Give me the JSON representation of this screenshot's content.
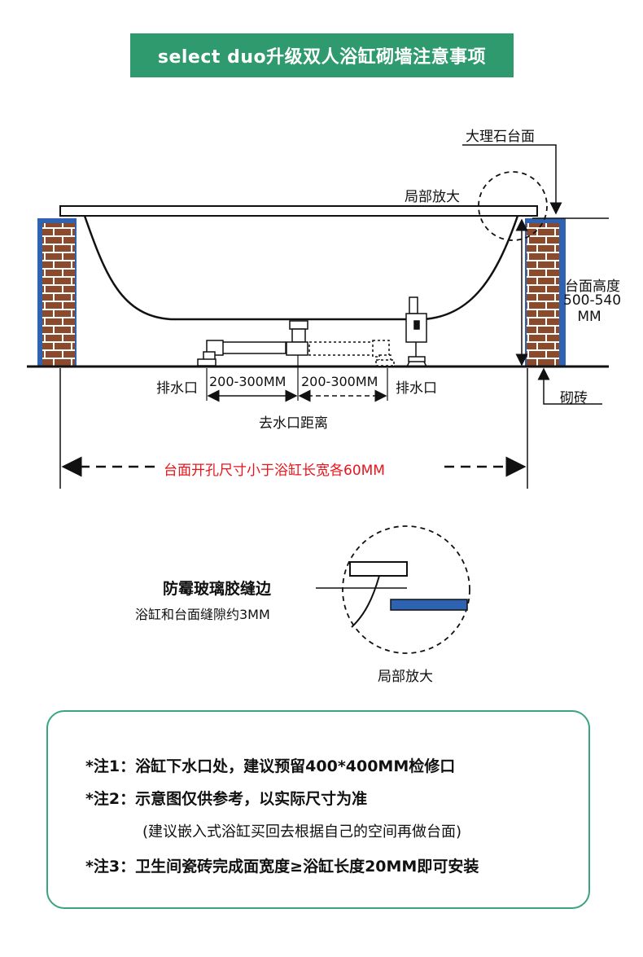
{
  "title": "select duo升级双人浴缸砌墙注意事项",
  "labels": {
    "marble_counter": "大理石台面",
    "partial_zoom_top": "局部放大",
    "counter_height_title": "台面高度",
    "counter_height_value": "500-540",
    "counter_height_unit": "MM",
    "drain_left": "排水口",
    "drain_right": "排水口",
    "dist_left": "200-300MM",
    "dist_right": "200-300MM",
    "drain_distance": "去水口距离",
    "brick": "砌砖",
    "opening_note": "台面开孔尺寸小于浴缸长宽各60MM",
    "sealant_title": "防霉玻璃胶缝边",
    "sealant_sub": "浴缸和台面缝隙约3MM",
    "partial_zoom_bottom": "局部放大"
  },
  "notes": [
    {
      "text": "*注1：浴缸下水口处，建议预留400*400MM检修口"
    },
    {
      "text": "*注2：示意图仅供参考，以实际尺寸为准"
    },
    {
      "text": "(建议嵌入式浴缸买回去根据自己的空间再做台面)"
    },
    {
      "text": "*注3：卫生间瓷砖完成面宽度≥浴缸长度20MM即可安装"
    }
  ],
  "colors": {
    "title_bg": "#2e9a6e",
    "brick": "#8b4a2b",
    "mortar": "#ffffff",
    "wall_blue": "#2d63b0",
    "red_text": "#e8141b",
    "notes_border": "#3aa384"
  }
}
